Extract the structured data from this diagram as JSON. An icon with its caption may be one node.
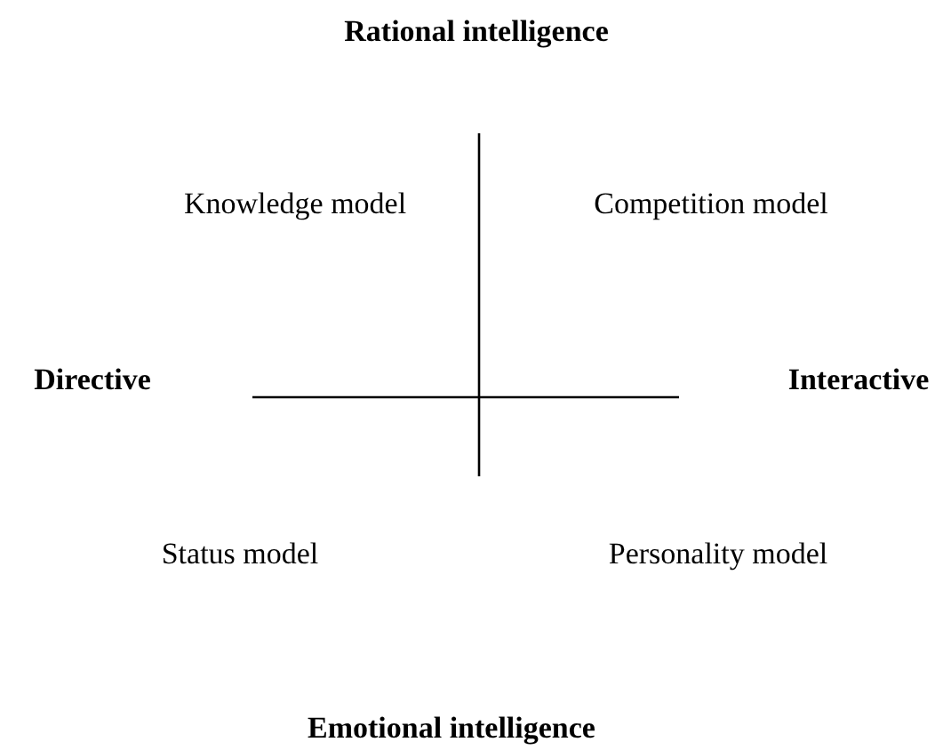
{
  "diagram": {
    "labels": [
      "Rational intelligence",
      "Knowledge model",
      "Competition model",
      "Directive",
      "Interactive",
      "Status model",
      "Personality model",
      "Emotional intelligence"
    ]
  }
}
